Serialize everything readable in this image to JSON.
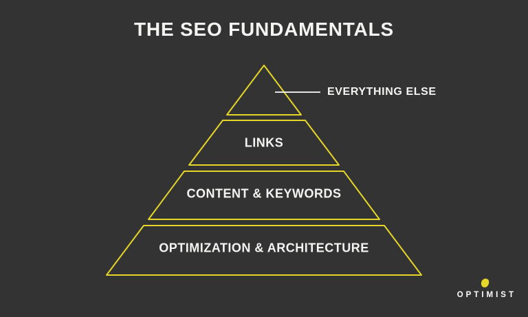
{
  "title": "THE SEO FUNDAMENTALS",
  "pyramid": {
    "callout": {
      "label": "EVERYTHING ELSE",
      "points_to": "top-tier"
    },
    "tiers": [
      {
        "label": "LINKS"
      },
      {
        "label": "CONTENT & KEYWORDS"
      },
      {
        "label": "OPTIMIZATION & ARCHITECTURE"
      }
    ]
  },
  "branding": {
    "logo_text": "OPTIMIST"
  },
  "colors": {
    "background": "#333333",
    "pyramid_outline": "#e6d62a",
    "label_text": "#f4f4f2",
    "callout_line": "#ffffff",
    "logo_dot": "#e6d62a"
  }
}
